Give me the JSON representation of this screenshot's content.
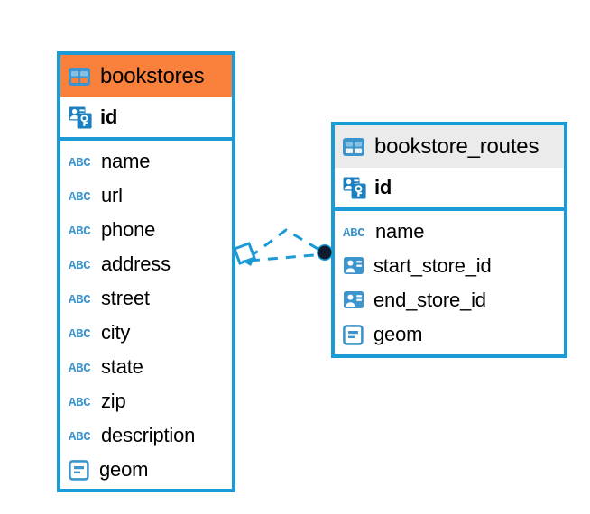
{
  "diagram": {
    "type": "entity-relationship-diagram",
    "background": "#ffffff",
    "accent_color": "#1b9ad6",
    "highlight_color": "#f9813c",
    "header_plain_color": "#ebebeb"
  },
  "entities": [
    {
      "name": "bookstores",
      "header_style": "accent",
      "table_icon": "table-icon",
      "primary_key": {
        "label": "id",
        "icon": "primary-key-icon"
      },
      "fields": [
        {
          "label": "name",
          "icon": "abc-text-icon"
        },
        {
          "label": "url",
          "icon": "abc-text-icon"
        },
        {
          "label": "phone",
          "icon": "abc-text-icon"
        },
        {
          "label": "address",
          "icon": "abc-text-icon"
        },
        {
          "label": "street",
          "icon": "abc-text-icon"
        },
        {
          "label": "city",
          "icon": "abc-text-icon"
        },
        {
          "label": "state",
          "icon": "abc-text-icon"
        },
        {
          "label": "zip",
          "icon": "abc-text-icon"
        },
        {
          "label": "description",
          "icon": "abc-text-icon"
        },
        {
          "label": "geom",
          "icon": "geometry-icon"
        }
      ]
    },
    {
      "name": "bookstore_routes",
      "header_style": "plain",
      "table_icon": "table-icon",
      "primary_key": {
        "label": "id",
        "icon": "primary-key-icon"
      },
      "fields": [
        {
          "label": "name",
          "icon": "abc-text-icon"
        },
        {
          "label": "start_store_id",
          "icon": "foreign-key-icon"
        },
        {
          "label": "end_store_id",
          "icon": "foreign-key-icon"
        },
        {
          "label": "geom",
          "icon": "geometry-icon"
        }
      ]
    }
  ],
  "relationship": {
    "from": "bookstores",
    "to": "bookstore_routes",
    "line_style": "dashed",
    "color": "#1b9ad6",
    "source_marker": "diamond-open-marker",
    "target_marker": "filled-circle-marker"
  }
}
